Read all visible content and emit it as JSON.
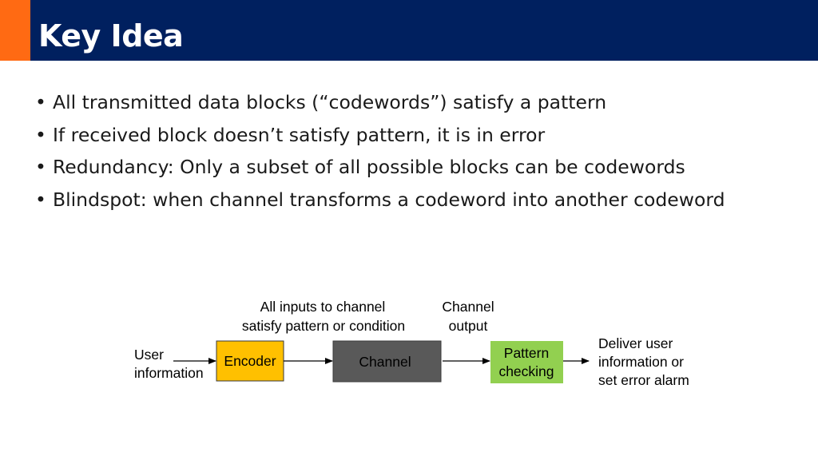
{
  "title": "Key Idea",
  "bullets": [
    "All transmitted data blocks (“codewords”) satisfy a pattern",
    "If received block doesn’t satisfy pattern, it is in error",
    "Redundancy:  Only a subset of all possible blocks can be codewords",
    "Blindspot:  when channel transforms a codeword into another codeword"
  ],
  "bullet_marker": "•",
  "colors": {
    "title_bar": "#00205f",
    "title_accent": "#ff6a13",
    "encoder_fill": "#ffc000",
    "channel_fill": "#595959",
    "pattern_fill": "#92d050"
  },
  "diagram": {
    "input_label": [
      "User",
      "information"
    ],
    "encoder_label": "Encoder",
    "channel_label": "Channel",
    "pattern_label": [
      "Pattern",
      "checking"
    ],
    "channel_input_note": [
      "All inputs to channel",
      "satisfy pattern or condition"
    ],
    "channel_output_note": [
      "Channel",
      "output"
    ],
    "output_label": [
      "Deliver user",
      "information or",
      "set error alarm"
    ]
  }
}
